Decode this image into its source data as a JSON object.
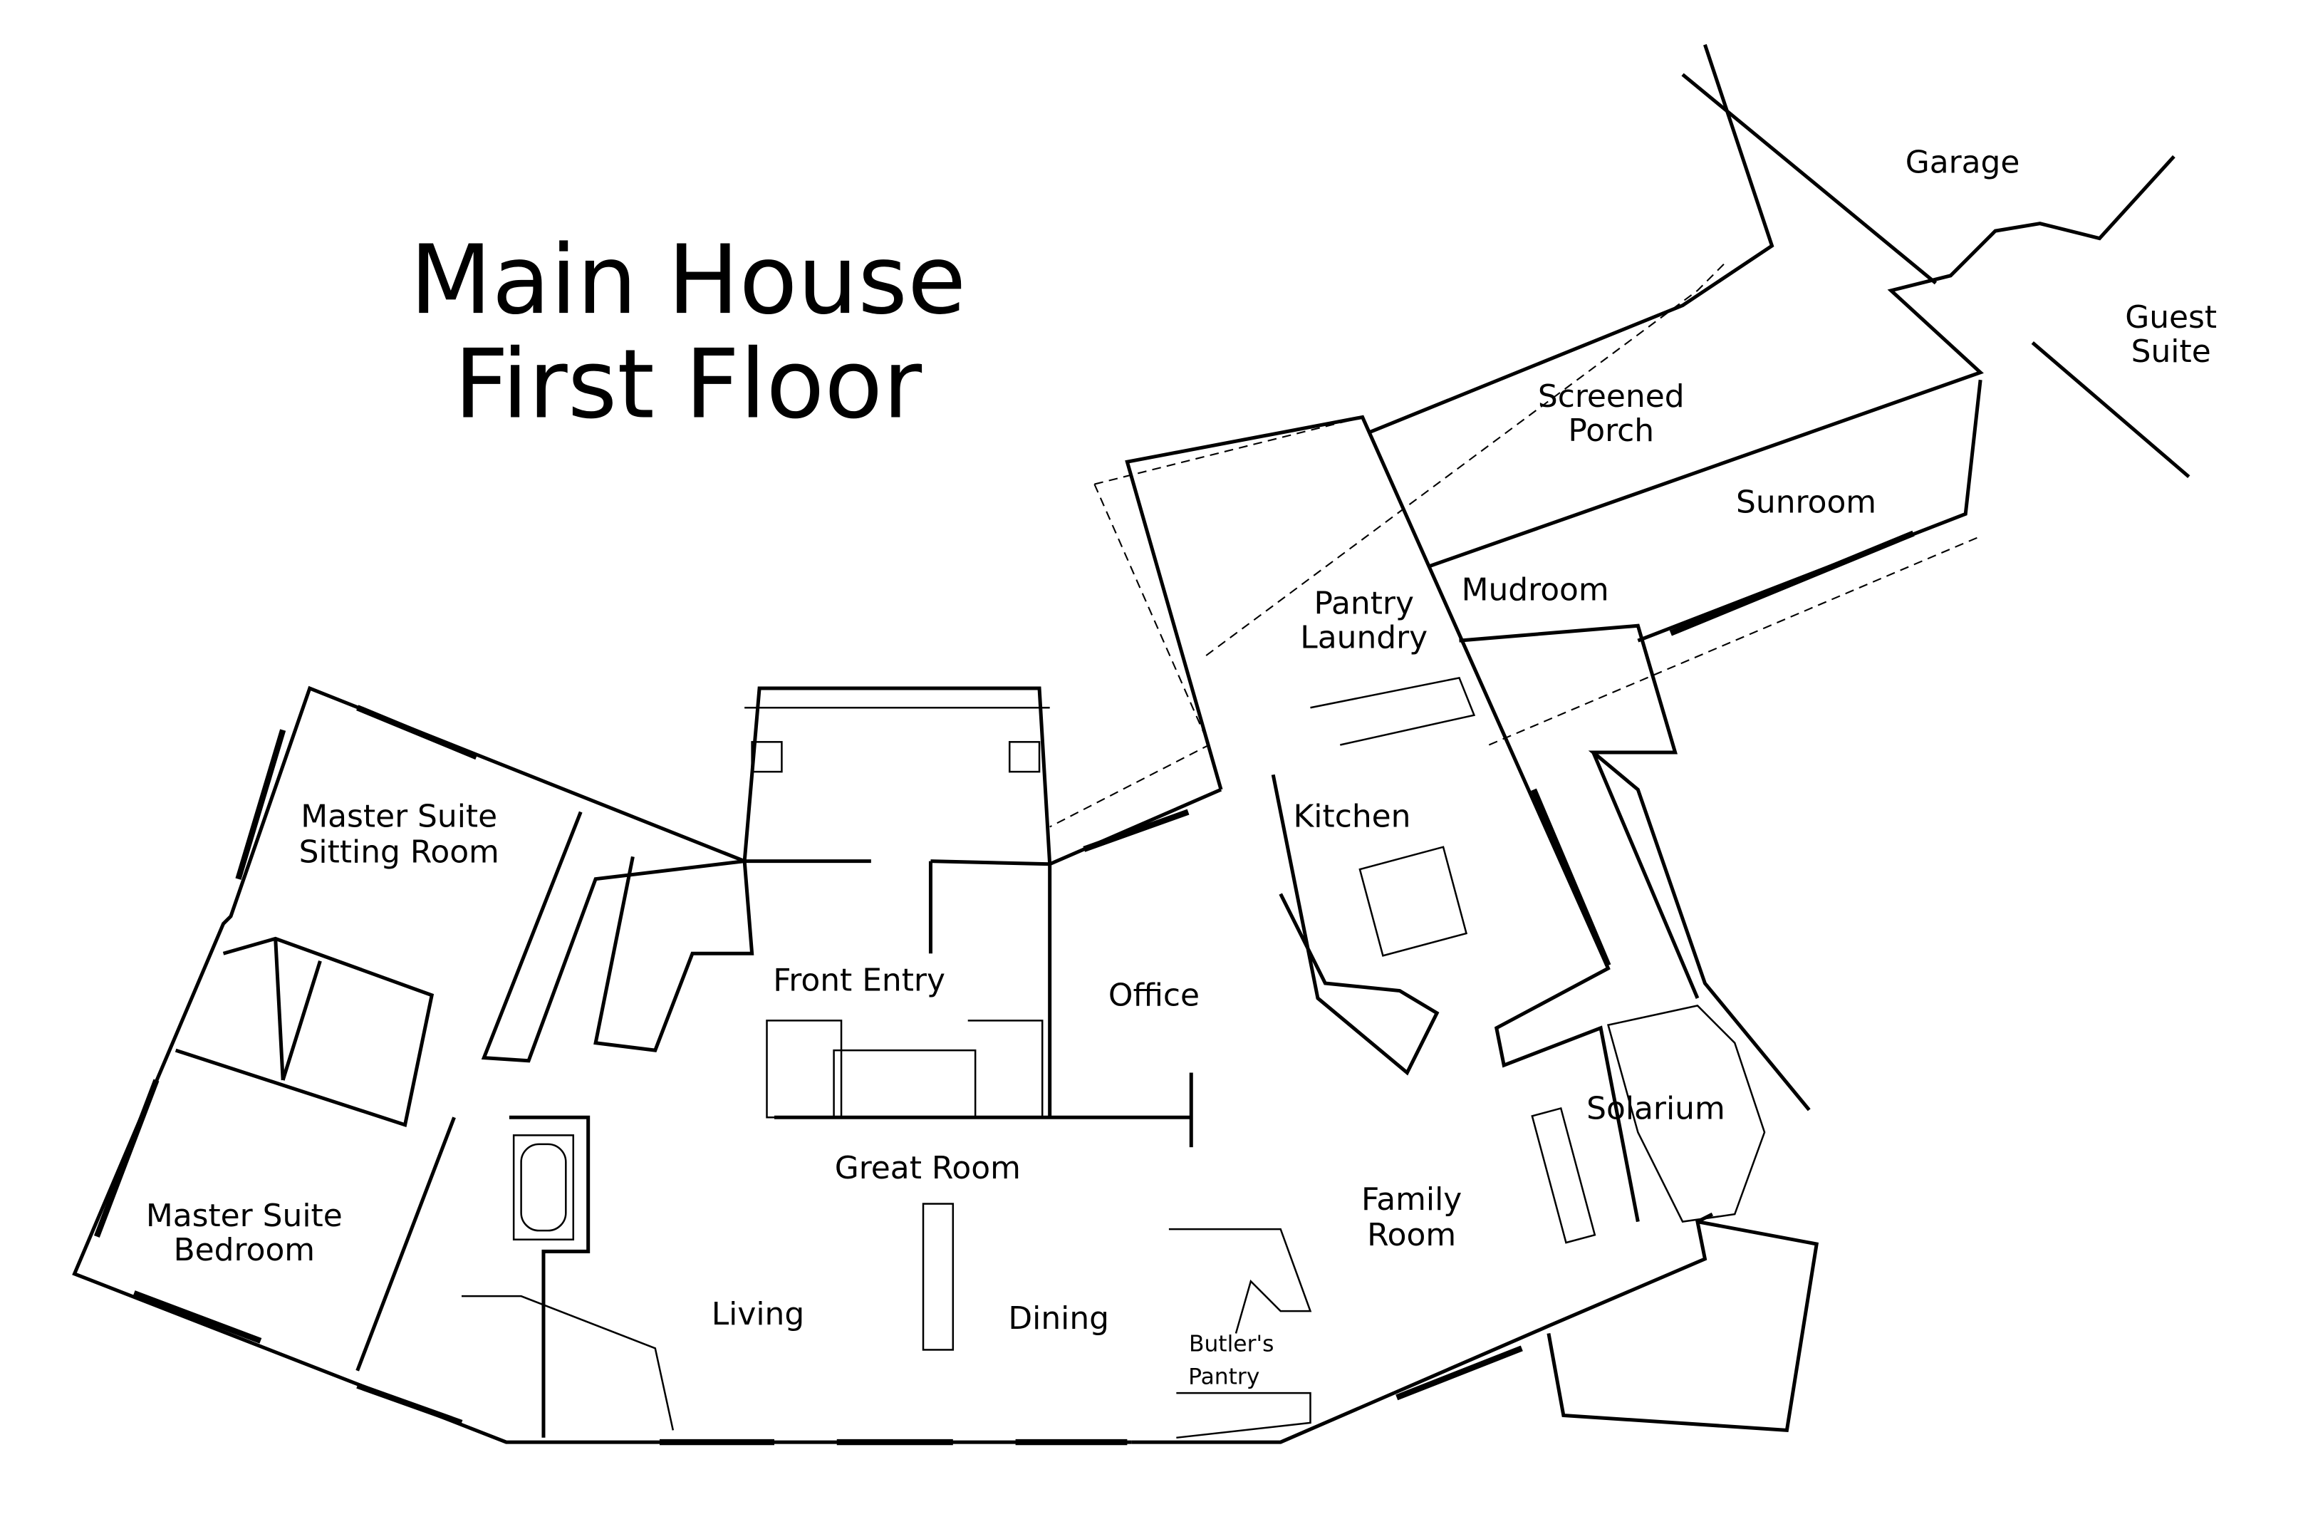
{
  "title": {
    "line1": "Main House",
    "line2": "First Floor"
  },
  "rooms": {
    "garage": "Garage",
    "guest_suite": [
      "Guest",
      "Suite"
    ],
    "screened_porch": [
      "Screened",
      "Porch"
    ],
    "sunroom": "Sunroom",
    "mudroom": "Mudroom",
    "pantry_laundry": [
      "Pantry",
      "Laundry"
    ],
    "kitchen": "Kitchen",
    "master_sitting": [
      "Master Suite",
      "Sitting Room"
    ],
    "front_entry": "Front Entry",
    "office": "Office",
    "great_room": "Great Room",
    "solarium": "Solarium",
    "family_room": [
      "Family",
      "Room"
    ],
    "master_bedroom": [
      "Master Suite",
      "Bedroom"
    ],
    "living": "Living",
    "dining": "Dining",
    "butlers_pantry": [
      "Butler's",
      "Pantry"
    ]
  }
}
